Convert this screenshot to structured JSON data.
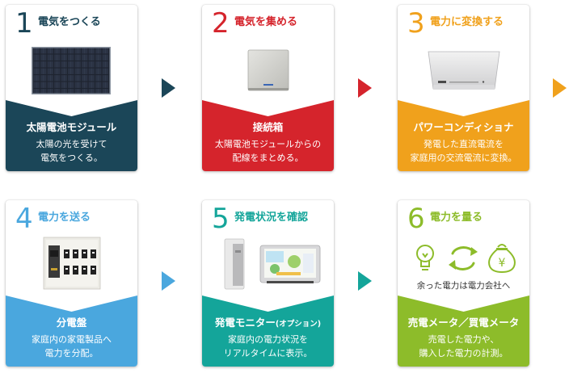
{
  "colors": {
    "step1": "#1b4658",
    "step2": "#d5242c",
    "step3": "#f0a11c",
    "step4": "#4aa7de",
    "step5": "#14a59a",
    "step6": "#8dbc2a"
  },
  "steps": [
    {
      "num": "1",
      "title": "電気をつくる",
      "band_title": "太陽電池モジュール",
      "desc": [
        "太陽の光を受けて",
        "電気をつくる。"
      ],
      "icon": "solar-panel-image"
    },
    {
      "num": "2",
      "title": "電気を集める",
      "band_title": "接続箱",
      "desc": [
        "太陽電池モジュールからの",
        "配線をまとめる。"
      ],
      "icon": "junction-box-image"
    },
    {
      "num": "3",
      "title": "電力に変換する",
      "band_title": "パワーコンディショナ",
      "desc": [
        "発電した直流電流を",
        "家庭用の交流電流に変換。"
      ],
      "icon": "power-conditioner-image"
    },
    {
      "num": "4",
      "title": "電力を送る",
      "band_title": "分電盤",
      "desc": [
        "家庭内の家電製品へ",
        "電力を分配。"
      ],
      "icon": "distribution-board-image"
    },
    {
      "num": "5",
      "title": "発電状況を確認",
      "band_title": "発電モニター",
      "band_title_sub": "(オプション)",
      "desc": [
        "家庭内の電力状況を",
        "リアルタイムに表示。"
      ],
      "icon": "power-monitor-image"
    },
    {
      "num": "6",
      "title": "電力を量る",
      "band_title": "売電メータ／買電メータ",
      "caption": "余った電力は電力会社へ",
      "desc": [
        "売電した電力や、",
        "購入した電力の計測。"
      ],
      "icon": "meter-icons",
      "yen_symbol": "¥"
    }
  ]
}
